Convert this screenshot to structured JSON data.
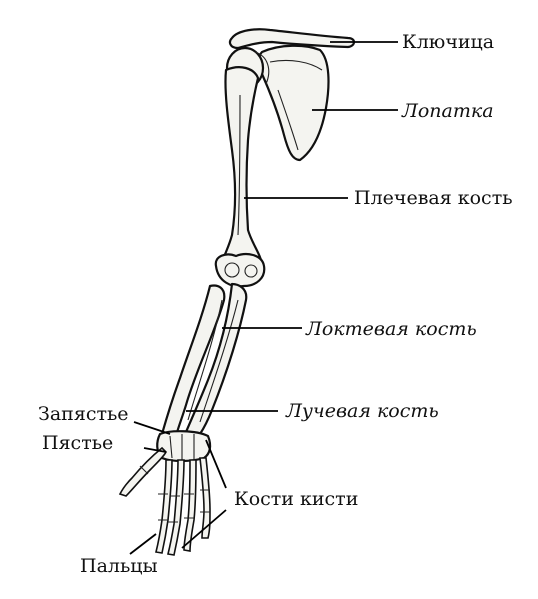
{
  "labels": {
    "clavicle": "Ключица",
    "scapula": "Лопатка",
    "humerus": "Плечевая кость",
    "ulna": "Локтевая кость",
    "radius": "Лучевая кость",
    "carpus": "Запястье",
    "metacarpus": "Пястье",
    "hand_bones": "Кости кисти",
    "fingers": "Пальцы"
  }
}
